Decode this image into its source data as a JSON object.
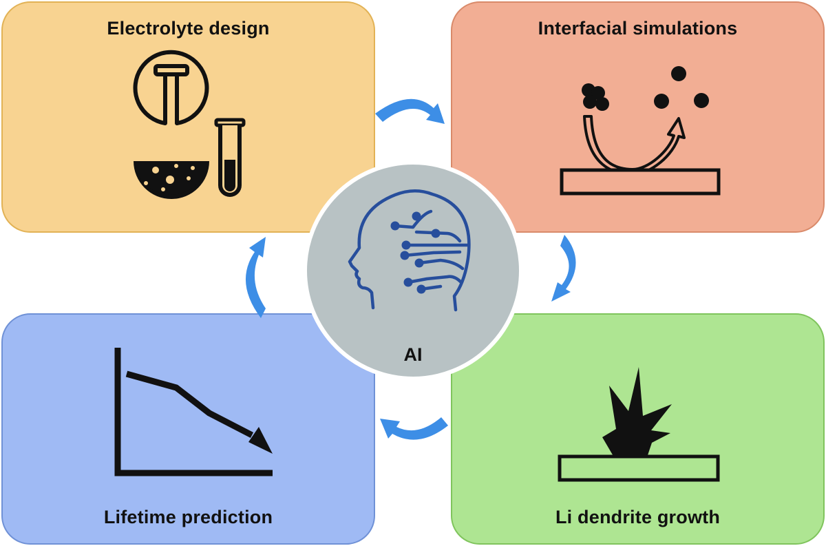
{
  "panels": {
    "electrolyte": {
      "title": "Electrolyte design",
      "fill": "#f8d391",
      "border": "#e2b255"
    },
    "interfacial": {
      "title": "Interfacial simulations",
      "fill": "#f2ae94",
      "border": "#d98a6a"
    },
    "lifetime": {
      "title": "Lifetime prediction",
      "fill": "#9fbaf4",
      "border": "#6f91d6"
    },
    "dendrite": {
      "title": "Li dendrite growth",
      "fill": "#aee592",
      "border": "#7fc45c"
    }
  },
  "center": {
    "label": "AI",
    "fill": "#b8c2c4",
    "border": "#ffffff",
    "icon": "ai-head-icon",
    "icon_color": "#274e9c"
  },
  "cycle_arrow_color": "#3d8ee6",
  "icons": {
    "electrolyte": [
      "round-flask-icon",
      "test-tube-icon"
    ],
    "interfacial": [
      "molecule-cluster-icon",
      "reaction-arrow-icon",
      "surface-slab-icon",
      "particle-icon"
    ],
    "lifetime": [
      "declining-line-graph-icon"
    ],
    "dendrite": [
      "dendrite-spike-icon",
      "electrode-slab-icon"
    ]
  }
}
